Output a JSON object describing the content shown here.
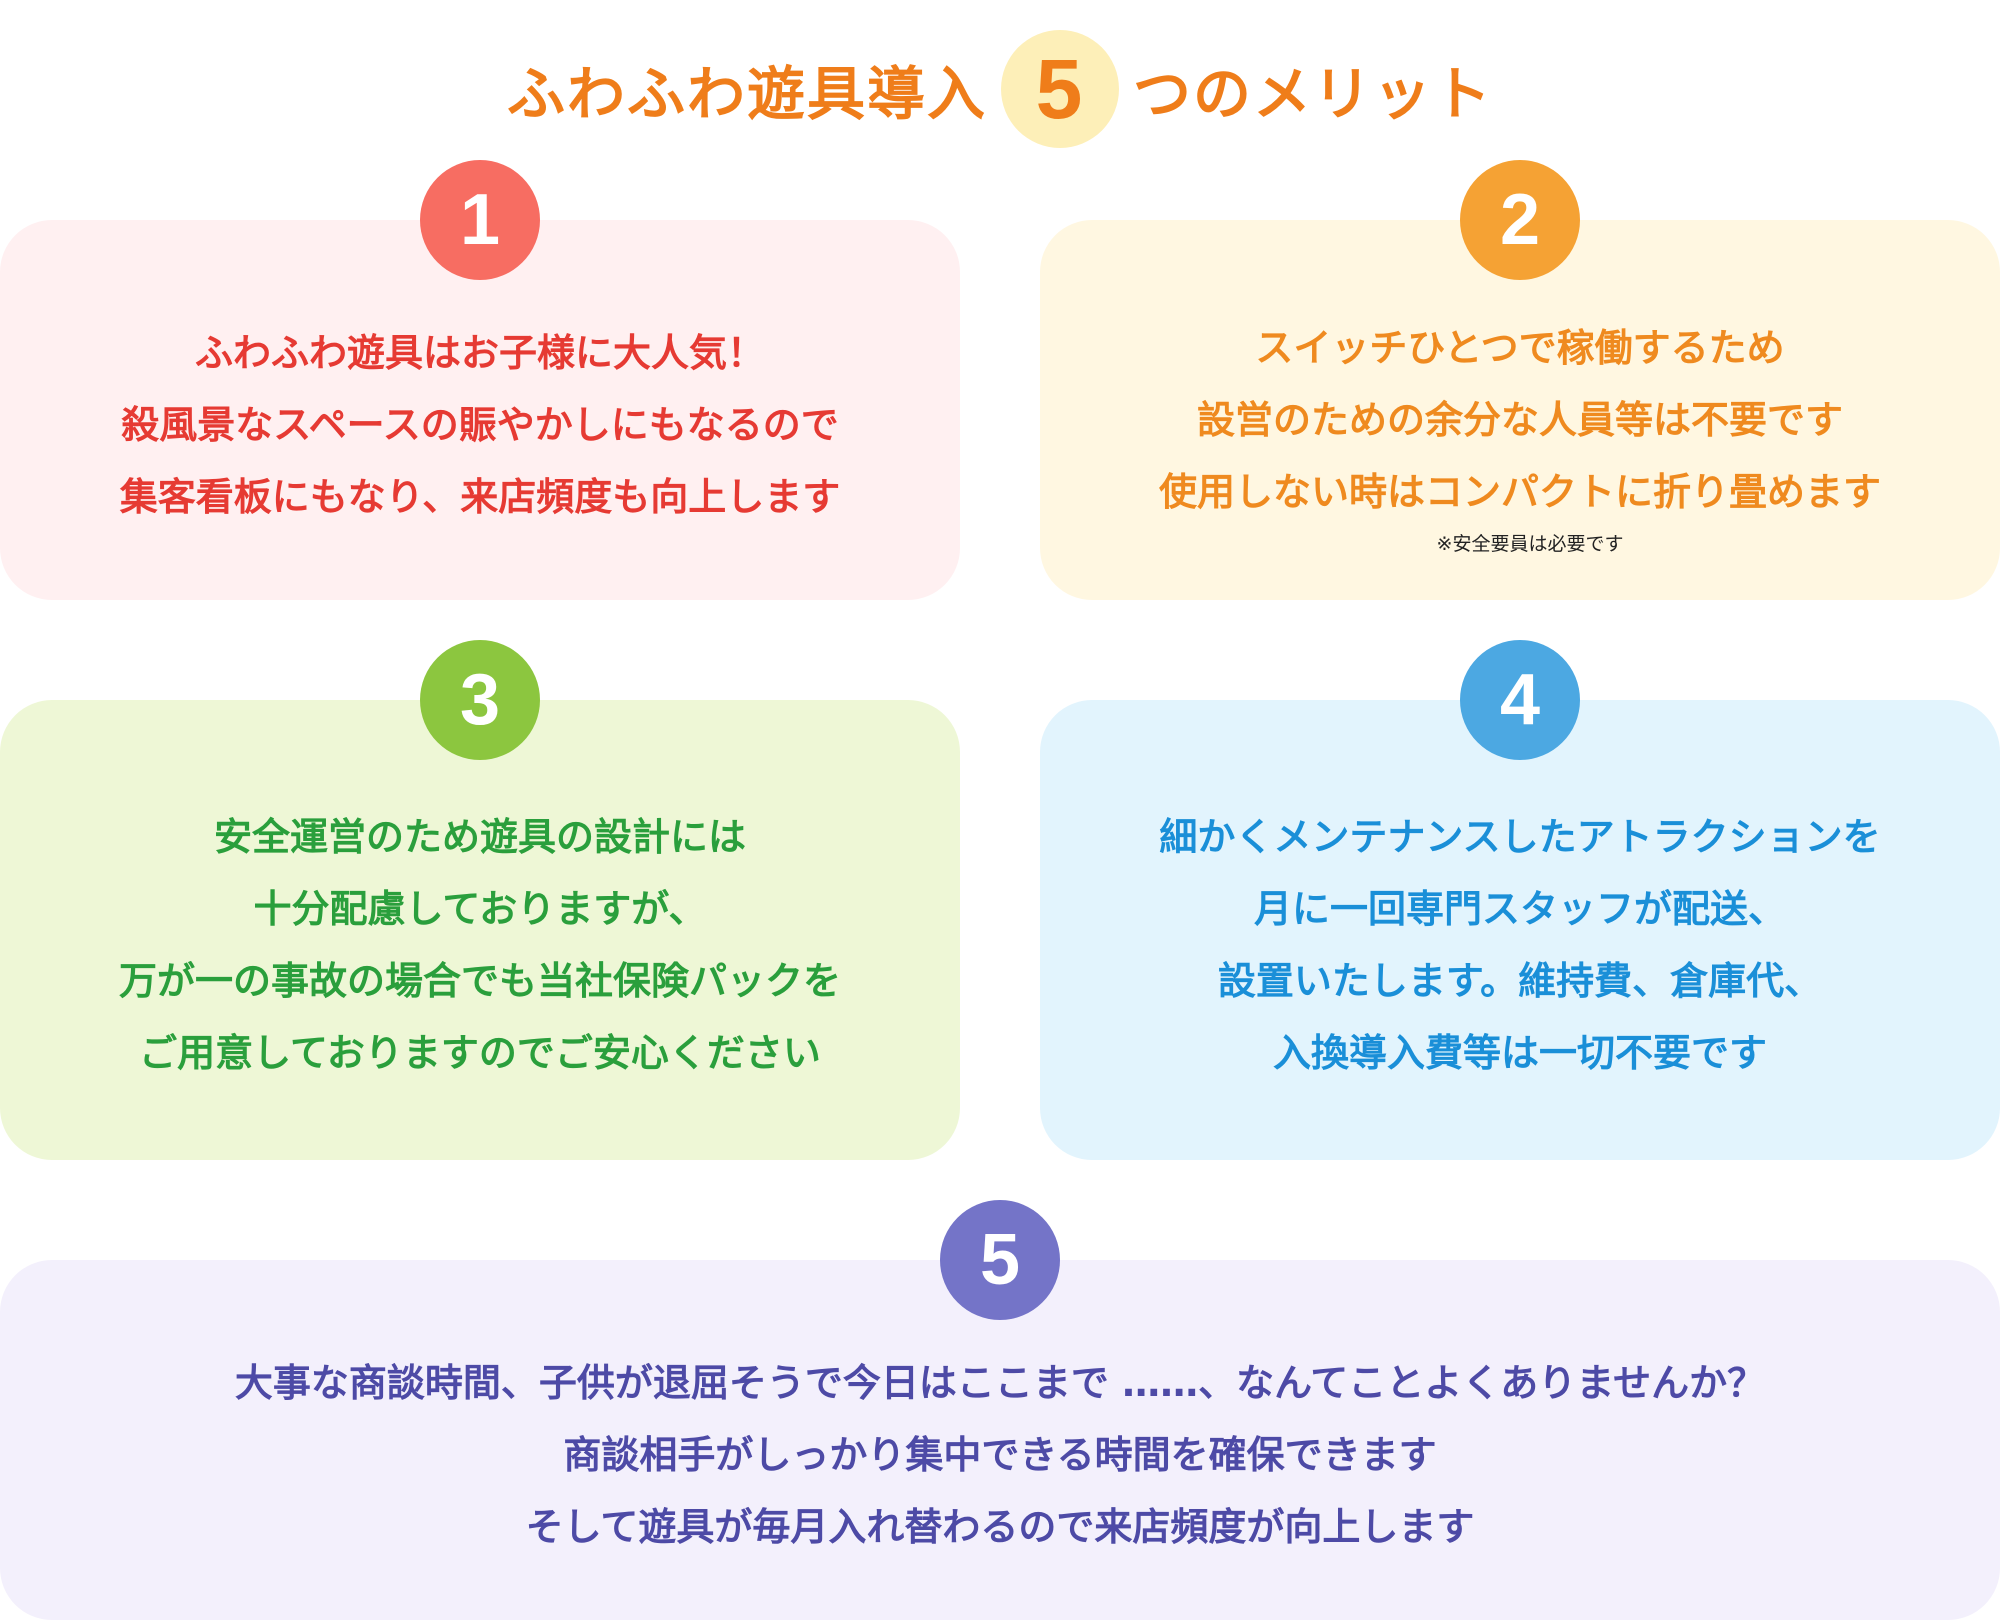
{
  "title": {
    "prefix": "ふわふわ遊具導入",
    "number": "5",
    "suffix": "つのメリット"
  },
  "merits": [
    {
      "number": "1",
      "lines": [
        "ふわふわ遊具はお子様に大人気！",
        "殺風景なスペースの賑やかしにもなるので",
        "集客看板にもなり、来店頻度も向上します"
      ]
    },
    {
      "number": "2",
      "lines": [
        "スイッチひとつで稼働するため",
        "設営のための余分な人員等は不要です",
        "使用しない時はコンパクトに折り畳めます"
      ],
      "note": "※安全要員は必要です"
    },
    {
      "number": "3",
      "lines": [
        "安全運営のため遊具の設計には",
        "十分配慮しておりますが、",
        "万が一の事故の場合でも当社保険パックを",
        "ご用意しておりますのでご安心ください"
      ]
    },
    {
      "number": "4",
      "lines": [
        "細かくメンテナンスしたアトラクションを",
        "月に一回専門スタッフが配送、",
        "設置いたします。維持費、倉庫代、",
        "入換導入費等は一切不要です"
      ]
    },
    {
      "number": "5",
      "lines": [
        "大事な商談時間、子供が退屈そうで今日はここまで ……、なんてことよくありませんか？",
        "商談相手がしっかり集中できる時間を確保できます",
        "そして遊具が毎月入れ替わるので来店頻度が向上します"
      ]
    }
  ],
  "colors": {
    "title": "#ef7d1a",
    "merit1": "#e63a33",
    "merit2": "#ef8a1f",
    "merit3": "#2a9f3c",
    "merit4": "#1a8fd8",
    "merit5": "#4d4aa6"
  }
}
